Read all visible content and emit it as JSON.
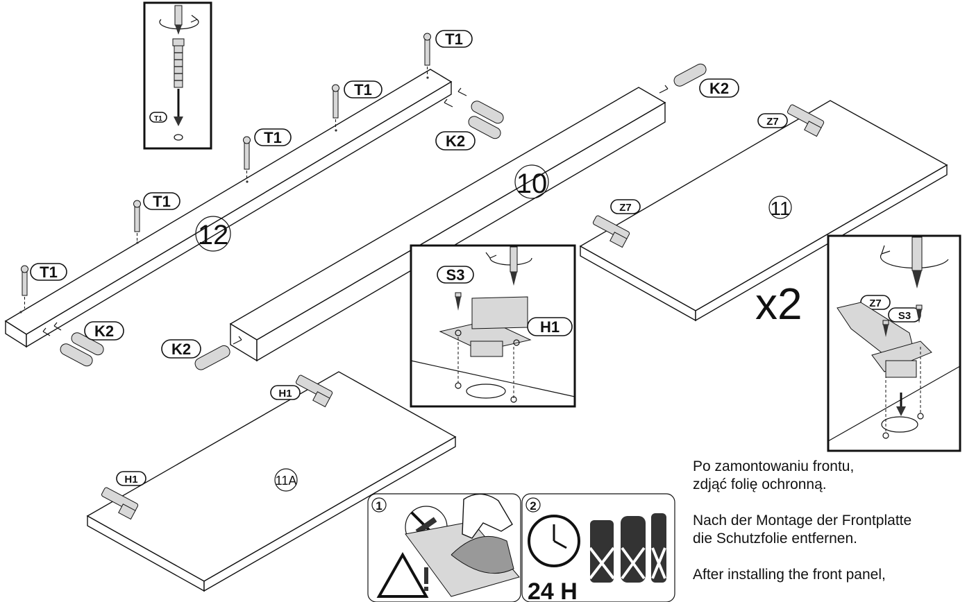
{
  "labels": {
    "t1": "T1",
    "t1_small": "T1",
    "k2": "K2",
    "z7": "Z7",
    "s3": "S3",
    "h1": "H1",
    "multiplier": "x2",
    "part10": "10",
    "part11": "11",
    "part11a": "11A",
    "part12": "12"
  },
  "steps": {
    "step1": "1",
    "step2": "2",
    "wait": "24 H"
  },
  "notes": {
    "pl": [
      "Po zamontowaniu frontu,",
      "zdjąć folię ochronną."
    ],
    "de": [
      "Nach der Montage der Frontplatte",
      "die Schutzfolie entfernen."
    ],
    "en": [
      "After installing the front panel,"
    ]
  },
  "icons": [
    "rotate-arrow-icon",
    "screwdriver-icon",
    "cam-bolt-icon",
    "dowel-icon",
    "hinge-icon",
    "screw-icon",
    "no-knife-icon",
    "warning-icon",
    "clock-icon",
    "no-chemicals-icon"
  ]
}
